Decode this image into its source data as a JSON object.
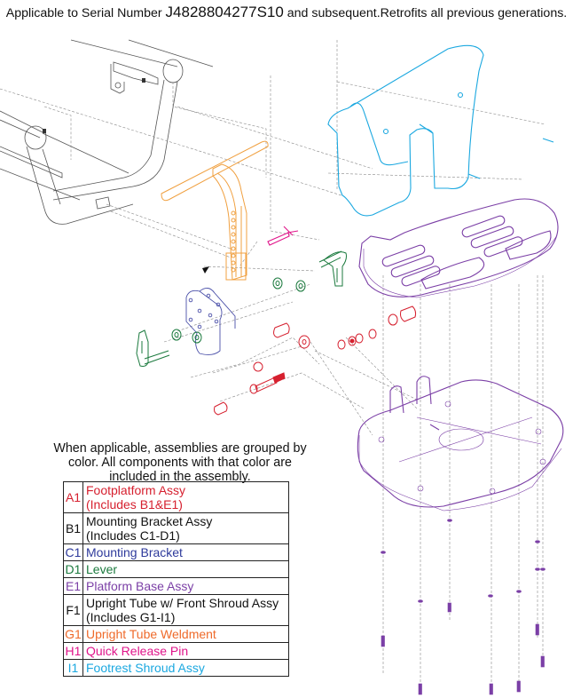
{
  "header": {
    "prefix": "Applicable to Serial Number ",
    "serial": "J4828804277S10",
    "suffix": " and subsequent.Retrofits all previous generations."
  },
  "legend": {
    "caption": "When applicable, assemblies are grouped by color. All components with that color are included in the assembly.",
    "items": [
      {
        "code": "A1",
        "label": "Footplatform Assy (Includes B1&E1)",
        "line1": "Footplatform Assy",
        "line2": "(Includes B1&E1)",
        "color": "#d6202f"
      },
      {
        "code": "B1",
        "label": "Mounting Bracket Assy (Includes C1-D1)",
        "line1": "Mounting Bracket Assy",
        "line2": "(Includes C1-D1)",
        "color": "#111111"
      },
      {
        "code": "C1",
        "label": "Mounting Bracket",
        "line1": "Mounting Bracket",
        "line2": "",
        "color": "#2e3a9b"
      },
      {
        "code": "D1",
        "label": "Lever",
        "line1": "Lever",
        "line2": "",
        "color": "#1b7a3e"
      },
      {
        "code": "E1",
        "label": "Platform Base Assy",
        "line1": "Platform Base Assy",
        "line2": "",
        "color": "#7b3fa6"
      },
      {
        "code": "F1",
        "label": "Upright Tube w/ Front Shroud Assy (Includes G1-I1)",
        "line1": "Upright Tube w/ Front Shroud Assy",
        "line2": "(Includes G1-I1)",
        "color": "#111111"
      },
      {
        "code": "G1",
        "label": "Upright Tube Weldment",
        "line1": "Upright Tube Weldment",
        "line2": "",
        "color": "#ef6a2a"
      },
      {
        "code": "H1",
        "label": "Quick Release Pin",
        "line1": "Quick Release Pin",
        "line2": "",
        "color": "#e0148a"
      },
      {
        "code": "I1",
        "label": "Footrest Shroud Assy",
        "line1": "Footrest Shroud Assy",
        "line2": "",
        "color": "#1ba8e0"
      }
    ]
  },
  "diagram": {
    "parts": [
      {
        "name": "frame",
        "color": "#555555"
      },
      {
        "name": "upright-tube-weldment",
        "code": "G1",
        "color": "#f0a040"
      },
      {
        "name": "quick-release-pin",
        "code": "H1",
        "color": "#e0148a"
      },
      {
        "name": "footrest-shroud",
        "code": "I1",
        "color": "#1ba8e0"
      },
      {
        "name": "footplatform-top",
        "code": "E1",
        "color": "#7b3fa6"
      },
      {
        "name": "platform-base",
        "code": "E1",
        "color": "#7b3fa6"
      },
      {
        "name": "mounting-bracket",
        "code": "C1",
        "color": "#4a4fa8"
      },
      {
        "name": "lever-right",
        "code": "D1",
        "color": "#1b7a3e"
      },
      {
        "name": "lever-left",
        "code": "D1",
        "color": "#1b7a3e"
      },
      {
        "name": "hardware-red",
        "code": "A1",
        "color": "#d6202f"
      },
      {
        "name": "mounting-screws",
        "code": "E1",
        "color": "#7b3fa6"
      }
    ]
  }
}
